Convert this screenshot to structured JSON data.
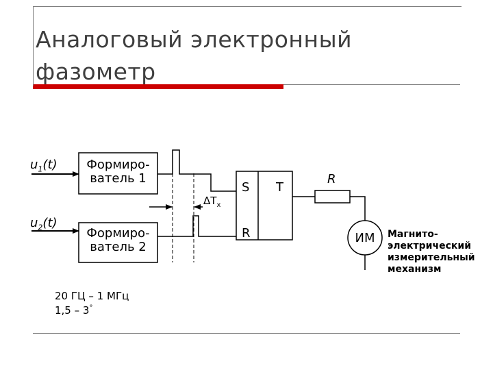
{
  "slide": {
    "title_line1": "Аналоговый  электронный",
    "title_line2": "фазометр",
    "accent_color": "#cc0000"
  },
  "diagram": {
    "input1": {
      "base": "u",
      "sub": "1",
      "suffix": "(t)"
    },
    "input2": {
      "base": "u",
      "sub": "2",
      "suffix": "(t)"
    },
    "shaper1": {
      "line1": "Формиро-",
      "line2": "ватель 1"
    },
    "shaper2": {
      "line1": "Формиро-",
      "line2": "ватель 2"
    },
    "delta_t": {
      "base": "ΔT",
      "sub": "x"
    },
    "trigger": {
      "s": "S",
      "t": "T",
      "r": "R"
    },
    "resistor": "R",
    "meter": "ИМ",
    "meter_desc": [
      "Магнито-",
      "электрический",
      "измерительный",
      "механизм"
    ],
    "spec": {
      "freq": "20 ГЦ – 1 МГц",
      "error": "1,5 – 3",
      "error_unit": "°"
    }
  }
}
